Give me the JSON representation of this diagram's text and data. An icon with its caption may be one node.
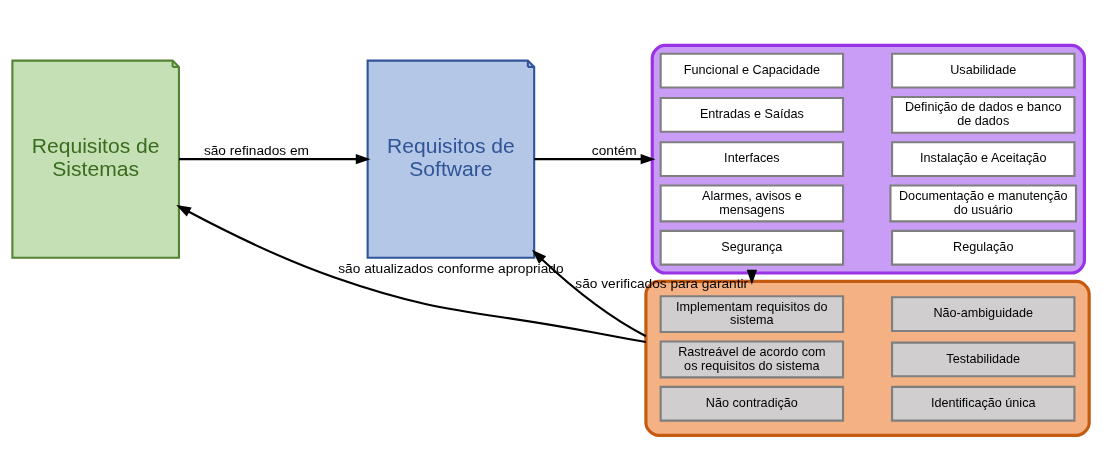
{
  "diagram": {
    "nodes": [
      {
        "text": [
          "Requisitos de Sistemas"
        ]
      },
      {
        "text": [
          "Requisitos de Software"
        ]
      },
      {
        "text": [],
        "shape": "box"
      },
      {
        "text": [
          "Funcional e Capacidade"
        ],
        "in": 2
      },
      {
        "text": [
          "Usabilidade"
        ],
        "in": 2
      },
      {
        "text": [
          "Entradas e Saídas"
        ],
        "in": 2
      },
      {
        "text": [
          "Definição de dados e banco de dados"
        ],
        "in": 2
      },
      {
        "text": [
          "Interfaces"
        ],
        "in": 2
      },
      {
        "text": [
          "Instalação e Aceitação"
        ],
        "in": 2
      },
      {
        "text": [
          "Alarmes, avisos e mensagens"
        ],
        "in": 2
      },
      {
        "text": [
          "Documentação e manutenção do usuário"
        ],
        "in": 2
      },
      {
        "text": [
          "Segurança"
        ],
        "in": 2
      },
      {
        "text": [
          "Regulação"
        ],
        "in": 2
      },
      {
        "text": [],
        "shape": "box"
      },
      {
        "text": [
          "Implementam requisitos do sistema"
        ],
        "in": 13
      },
      {
        "text": [
          "Não-ambiguidade"
        ],
        "in": 13
      },
      {
        "text": [
          "Rastreável de acordo com os requisitos do sistema"
        ],
        "in": 13
      },
      {
        "text": [
          "Testabilidade"
        ],
        "in": 13
      },
      {
        "text": [
          "Não contradição"
        ],
        "in": 13
      },
      {
        "text": [
          "Identificação única"
        ],
        "in": 13
      }
    ],
    "edges": [
      {
        "from": 0,
        "to": 1,
        "arrow": "to",
        "label": "são refinados em"
      },
      {
        "from": 1,
        "to": 2,
        "arrow": "to",
        "label": "contém"
      },
      {
        "from": 2,
        "to": 13,
        "arrow": "to",
        "label": "são verificados para garantir"
      },
      {
        "from": 13,
        "to": 0,
        "arrow": "to",
        "label": "são atualizados conforme apropriado"
      },
      {
        "from": 13,
        "to": 1,
        "arrow": "to"
      }
    ]
  }
}
